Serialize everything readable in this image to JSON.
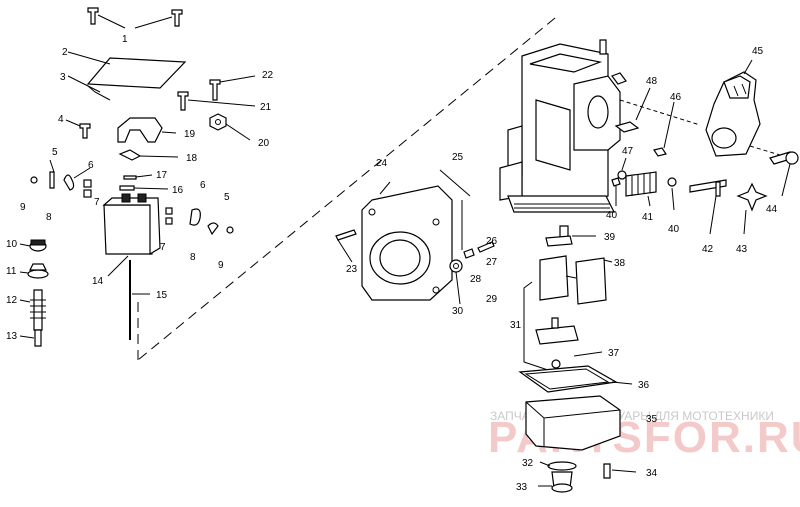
{
  "diagram": {
    "callouts": [
      "1",
      "2",
      "3",
      "4",
      "5",
      "6",
      "7",
      "8",
      "9",
      "10",
      "11",
      "12",
      "13",
      "14",
      "15",
      "16",
      "17",
      "18",
      "19",
      "20",
      "21",
      "22",
      "23",
      "24",
      "25",
      "26",
      "27",
      "28",
      "29",
      "30",
      "31",
      "32",
      "33",
      "34",
      "35",
      "36",
      "37",
      "38",
      "39",
      "40",
      "41",
      "42",
      "43",
      "44",
      "45",
      "46",
      "47",
      "48"
    ],
    "callout_extras": [
      "5",
      "6",
      "7",
      "8",
      "9",
      "40"
    ]
  },
  "watermark": {
    "tagline": "ЗАПЧАСТИ И АКСЕССУАРЫ ДЛЯ МОТОТЕХНИКИ",
    "brand": "PARTSFOR.RU"
  }
}
